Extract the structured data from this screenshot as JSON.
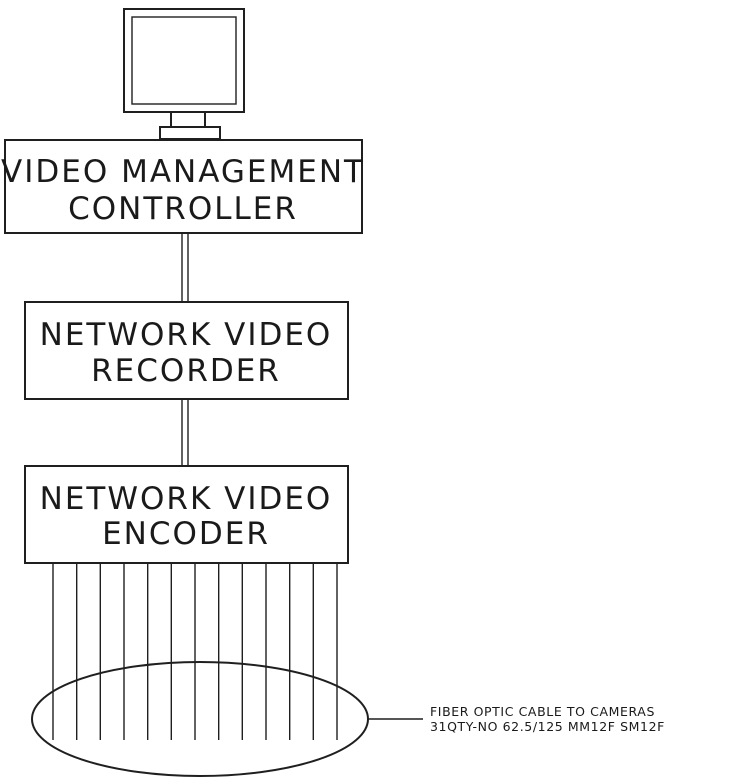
{
  "boxes": [
    {
      "line1": "VIDEO MANAGEMENT",
      "line2": "CONTROLLER"
    },
    {
      "line1": "NETWORK VIDEO",
      "line2": "RECORDER"
    },
    {
      "line1": "NETWORK VIDEO",
      "line2": "ENCODER"
    }
  ],
  "note": {
    "line1": "FIBER OPTIC CABLE TO CAMERAS",
    "line2": "31QTY-NO 62.5/125 MM12F SM12F"
  },
  "cable_count": 13,
  "colors": {
    "ink": "#1f1f1f",
    "background": "#ffffff"
  }
}
